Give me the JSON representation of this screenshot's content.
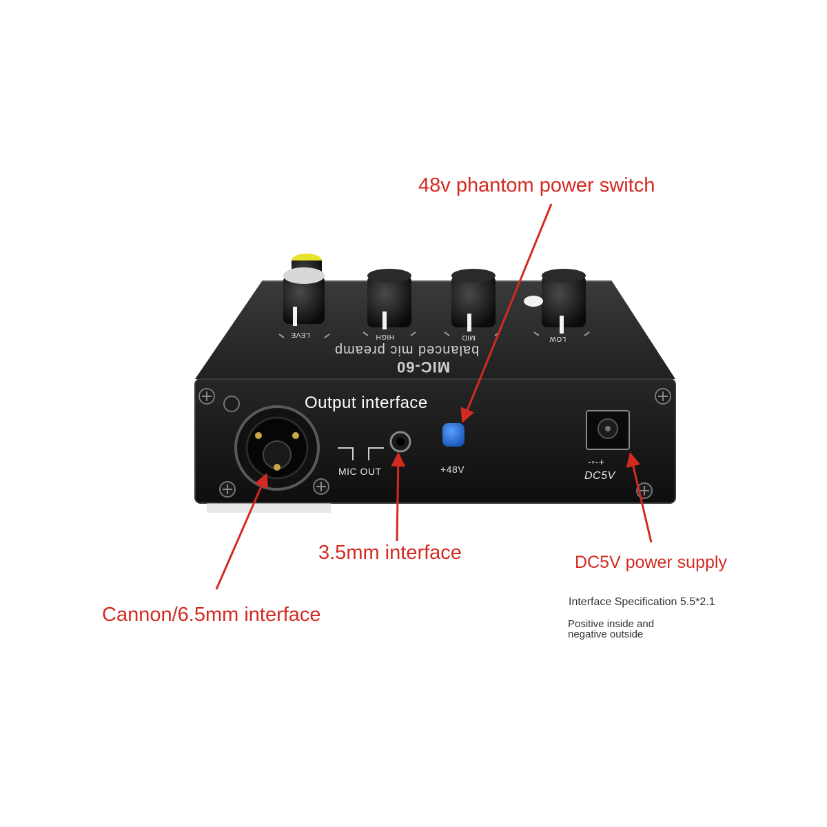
{
  "annotations": {
    "phantom_switch": "48v phantom power switch",
    "output_interface": "Output interface",
    "jack_35": "3.5mm interface",
    "dc_supply": "DC5V power supply",
    "cannon": "Cannon/6.5mm interface",
    "spec_line": "Interface Specification 5.5*2.1",
    "polarity_line1": "Positive inside and",
    "polarity_line2": "negative outside"
  },
  "device": {
    "model": "MIC-60",
    "subtitle": "balanced mic preamp",
    "knobs": [
      "LEVE",
      "HIGH",
      "MID",
      "LOW"
    ],
    "mic_out": "MIC OUT",
    "phantom_button": "+48V",
    "dc_label": "DC5V",
    "dc_polarity": "-◦-+"
  },
  "colors": {
    "annotation_red": "#d32a22",
    "phantom_button_blue": "#1f6fd6",
    "level_knob_cap": "#e8e22a",
    "chassis": "#141414"
  }
}
